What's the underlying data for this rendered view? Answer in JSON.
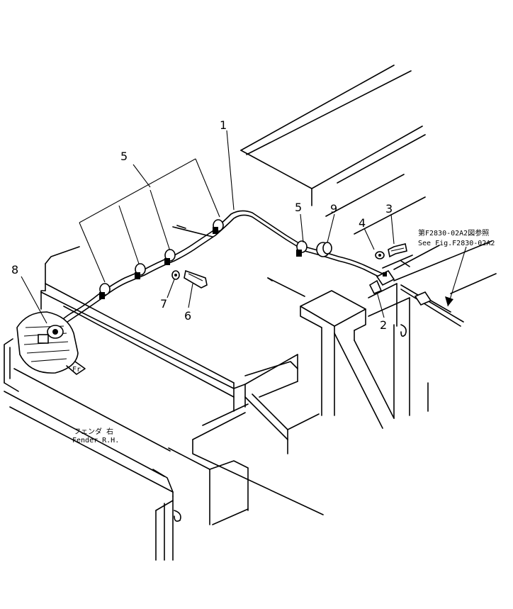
{
  "callouts": {
    "c1": "1",
    "c2": "2",
    "c3": "3",
    "c4": "4",
    "c5a": "5",
    "c5b": "5",
    "c6": "6",
    "c7": "7",
    "c8": "8",
    "c9": "9"
  },
  "reference": {
    "japanese": "第F2830-02A2図参照",
    "english": "See Fig.F2830-02A2"
  },
  "fender": {
    "japanese": "フェンダ 右",
    "english": "Fender R.H."
  },
  "marker": "Fr"
}
